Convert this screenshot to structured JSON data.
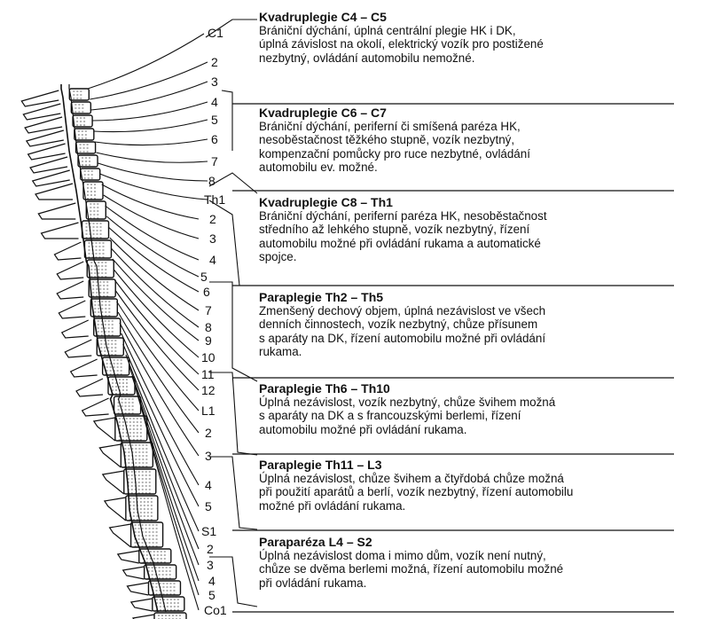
{
  "segment_labels": [
    "C1",
    "2",
    "3",
    "4",
    "5",
    "6",
    "7",
    "8",
    "Th1",
    "2",
    "3",
    "4",
    "5",
    "6",
    "7",
    "8",
    "9",
    "10",
    "11",
    "12",
    "L1",
    "2",
    "3",
    "4",
    "5",
    "S1",
    "2",
    "3",
    "4",
    "5",
    "Co1"
  ],
  "blocks": [
    {
      "title": "Kvadruplegie C4 – C5",
      "body": "Brániční dýchání, úplná centrální plegie HK i DK,\núplná závislost na okolí, elektrický vozík pro postižené\nnezbytný, ovládání automobilu nemožné."
    },
    {
      "title": "Kvadruplegie C6 – C7",
      "body": "Brániční dýchání, periferní či smíšená paréza HK,\nnesoběstačnost těžkého stupně, vozík nezbytný,\nkompenzační pomůcky pro ruce nezbytné, ovládání\nautomobilu ev. možné."
    },
    {
      "title": "Kvadruplegie C8 – Th1",
      "body": "Brániční dýchání, periferní paréza HK, nesoběstačnost\nstředního až lehkého stupně, vozík nezbytný, řízení\nautomobilu možné při ovládání rukama a automatické\nspojce."
    },
    {
      "title": "Paraplegie Th2 – Th5",
      "body": "Zmenšený dechový objem, úplná nezávislost ve všech\ndenních činnostech, vozík nezbytný, chůze přísunem\ns aparáty na DK, řízení automobilu možné při ovládání\nrukama."
    },
    {
      "title": "Paraplegie Th6 – Th10",
      "body": "Úplná nezávislost, vozík nezbytný, chůze švihem možná\ns aparáty na DK a s francouzskými berlemi, řízení\nautomobilu možné při ovládání rukama."
    },
    {
      "title": "Paraplegie Th11 – L3",
      "body": "Úplná nezávislost, chůze švihem a čtyřdobá chůze možná\npři použití aparátů a berlí, vozík nezbytný, řízení automobilu\nmožné při ovládání rukama."
    },
    {
      "title": "Paraparéza L4 – S2",
      "body": "Úplná nezávislost doma i mimo dům, vozík není nutný,\nchůze se dvěma berlemi možná, řízení automobilu možné\npři ovládání rukama."
    }
  ]
}
